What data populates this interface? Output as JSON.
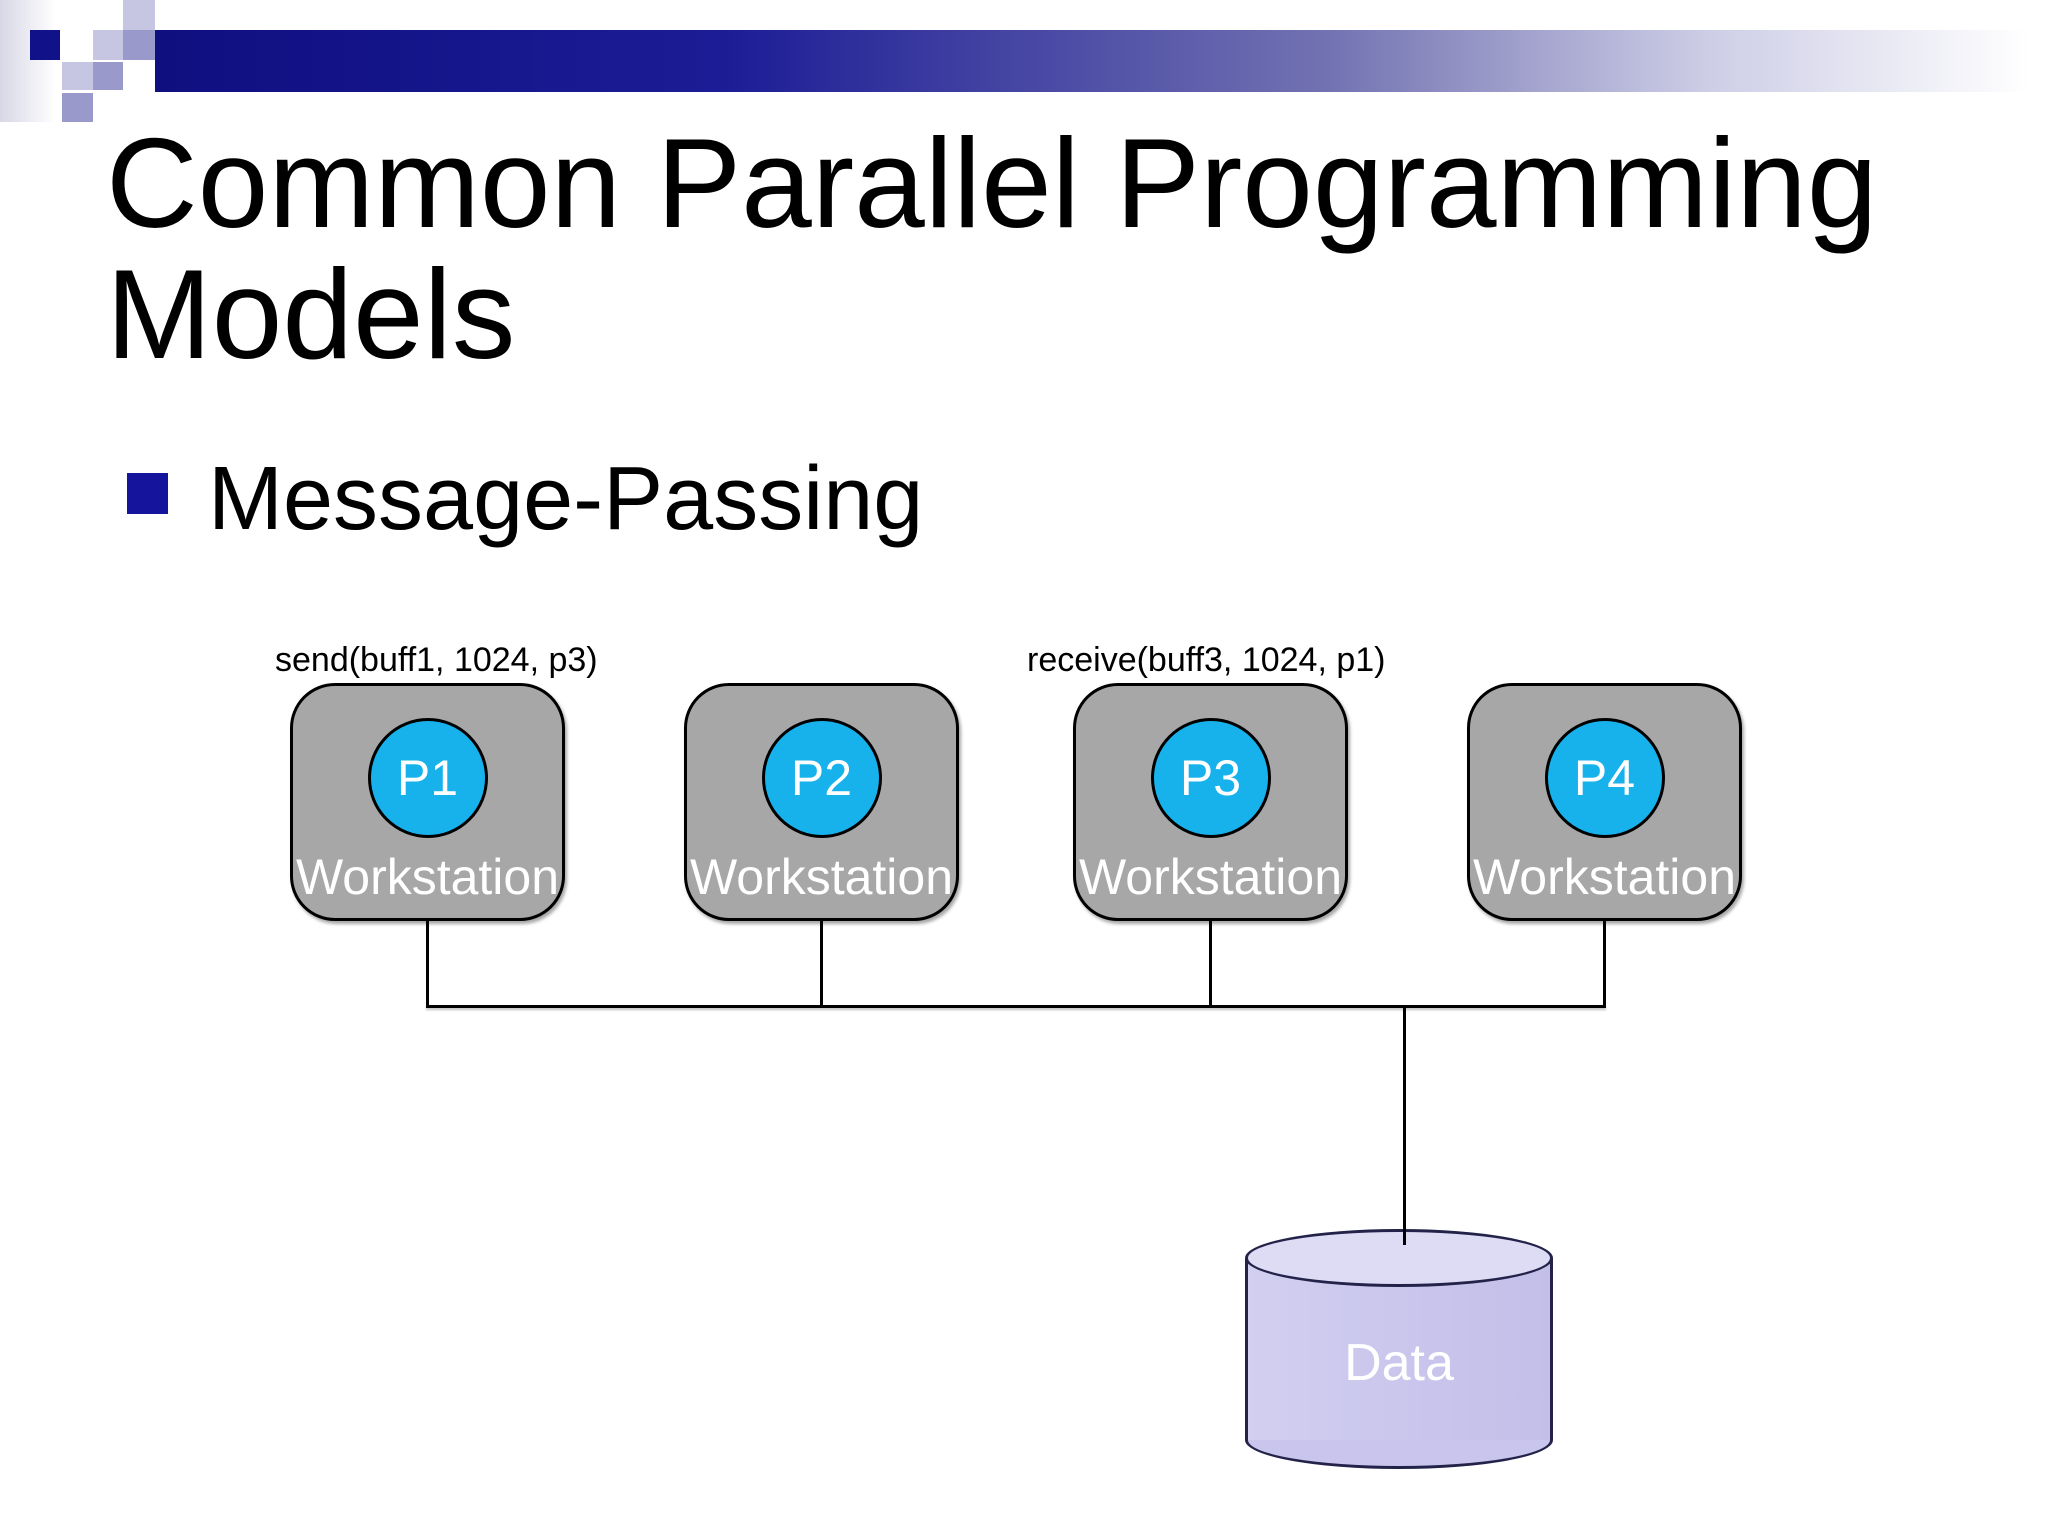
{
  "slide": {
    "title": "Common Parallel Programming Models",
    "bullet": "Message-Passing"
  },
  "diagram": {
    "send_label": "send(buff1, 1024, p3)",
    "receive_label": "receive(buff3, 1024, p1)",
    "workstations": [
      {
        "process": "P1",
        "label": "Workstation"
      },
      {
        "process": "P2",
        "label": "Workstation"
      },
      {
        "process": "P3",
        "label": "Workstation"
      },
      {
        "process": "P4",
        "label": "Workstation"
      }
    ],
    "storage_label": "Data"
  },
  "colors": {
    "header_navy": "#11118a",
    "bullet_navy": "#14149c",
    "decor_medium_lavender": "#9a99cc",
    "decor_light_lavender": "#c6c6e2",
    "workstation_gray": "#a7a7a7",
    "process_cyan": "#17b2ec",
    "cylinder_body": "#c9c5ec",
    "cylinder_top": "#dedbf4",
    "line_black": "#000000",
    "text_white": "#ffffff"
  }
}
